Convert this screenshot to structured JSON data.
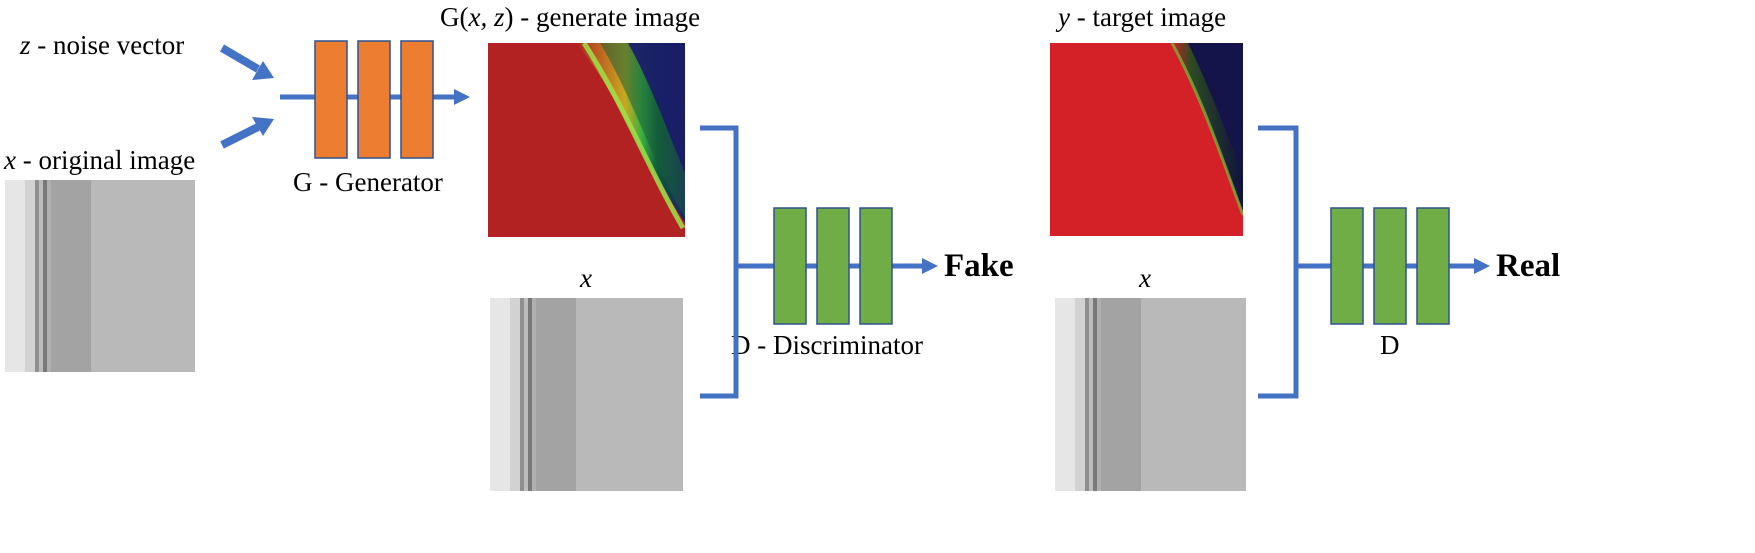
{
  "labels": {
    "noise_var": "z",
    "noise_text": " - noise vector",
    "orig_var": "x",
    "orig_text": " - original image",
    "generator": "G - Generator",
    "gen_img_pre": "G(",
    "gen_img_vars": "x, z",
    "gen_img_post": ") - generate image",
    "x_under_gen": "x",
    "discriminator": "D - Discriminator",
    "fake": "Fake",
    "target_var": "y",
    "target_text": " - target image",
    "x_under_target": "x",
    "d_short": "D",
    "real": "Real"
  },
  "colors": {
    "arrow": "#4472c4",
    "generator_block": "#ed7d31",
    "discriminator_block": "#70ad47",
    "block_border": "#2f528f",
    "generated_red": "#b22222",
    "target_red": "#d42128",
    "deep_blue": "#191970"
  }
}
